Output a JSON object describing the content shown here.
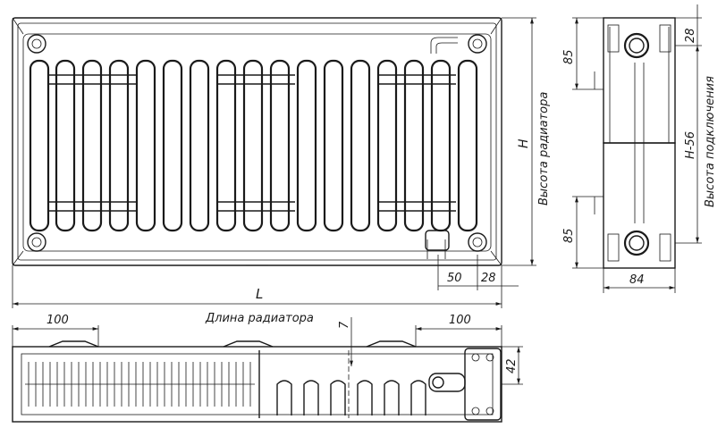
{
  "front_view": {
    "label_length_symbol": "L",
    "label_length_text": "Длина радиатора",
    "label_height_symbol": "H",
    "label_height_text": "Высота радиатора",
    "dim_offset_side": "50",
    "dim_offset_corner": "28"
  },
  "side_view": {
    "dim_top_offset": "28",
    "dim_top_connection": "85",
    "dim_bottom_connection": "85",
    "dim_width": "84",
    "label_connection_formula": "H-56",
    "label_connection_text": "Высота подключения"
  },
  "bottom_view": {
    "dim_left_bracket": "100",
    "dim_right_bracket": "100",
    "dim_gap": "7",
    "dim_depth": "42"
  }
}
